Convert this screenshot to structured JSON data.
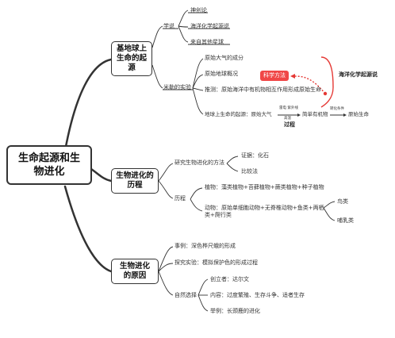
{
  "root": "生命起源和生物进化",
  "branch1": {
    "title": "基地球上生命的起源",
    "hypotheses": {
      "label": "学说",
      "items": [
        "神创论",
        "海洋化学起源说",
        "来自其他星球"
      ]
    },
    "experiment": {
      "label": "米勒的实验",
      "items": [
        "原始大气的成分",
        "原始地球概况",
        "推测：原始海洋中有机物相互作用形成原始生命"
      ],
      "stages": [
        "地球上生命的起源：原始大气",
        "雷电 紫外线",
        "高温",
        "简单有机物",
        "转化条件",
        "原始生命"
      ],
      "process_label": "过程"
    },
    "science_method_tag": "科学方法",
    "ocean_theory_note": "海洋化学起源说"
  },
  "branch2": {
    "title": "生物进化的历程",
    "methods": {
      "label": "研究生物进化的方法",
      "items": [
        "证据：化石",
        "比较法"
      ]
    },
    "history": {
      "label": "历程",
      "plants": "植物：藻类植物+苔藓植物+蕨类植物+种子植物",
      "animals_line1": "动物：原始单细胞动物+无脊椎动物+鱼类+两栖",
      "animals_line2": "类+爬行类",
      "animal_ends": [
        "鸟类",
        "哺乳类"
      ]
    }
  },
  "branch3": {
    "title": "生物进化的原因",
    "example": "事例：深色桦尺蛾的形成",
    "explore": "探究实验：模拟保护色的形成过程",
    "natural_selection": {
      "label": "自然选择",
      "items": [
        "创立者：达尔文",
        "内容：过度繁殖、生存斗争、适者生存",
        "举例：长颈鹿的进化"
      ]
    }
  },
  "colors": {
    "line": "#333333",
    "accent": "#f04747",
    "root_border": "#333333"
  }
}
